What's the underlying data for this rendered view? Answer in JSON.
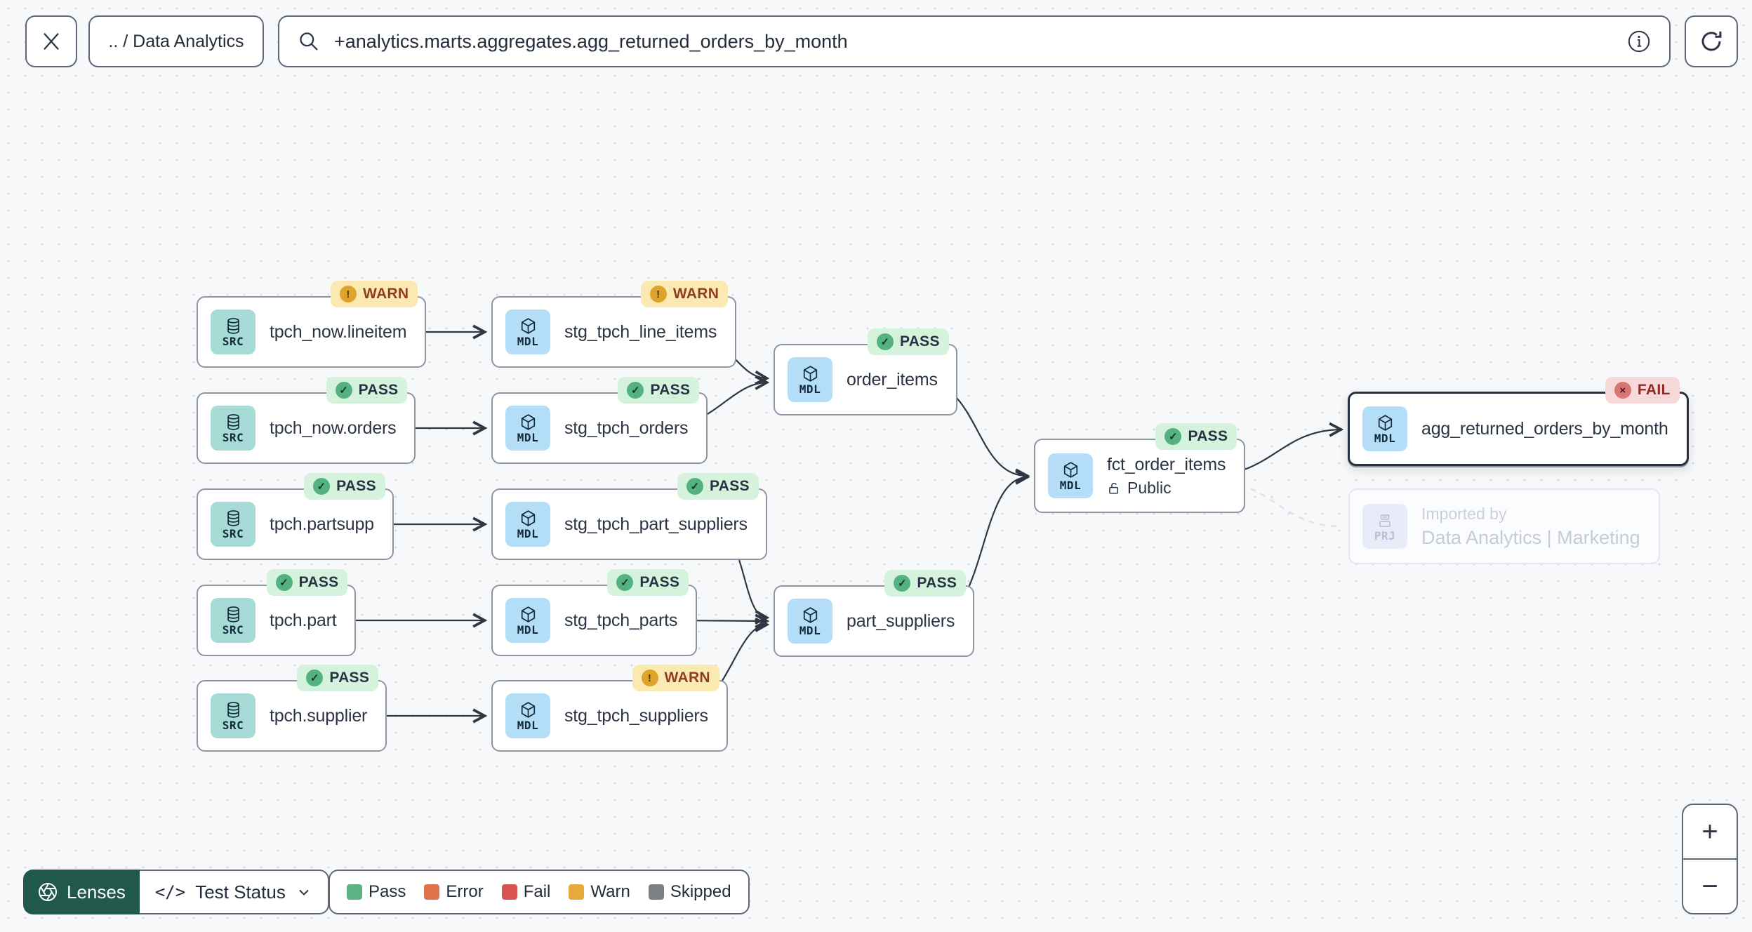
{
  "header": {
    "breadcrumb": ".. / Data Analytics",
    "search_value": "+analytics.marts.aggregates.agg_returned_orders_by_month"
  },
  "glyphs": {
    "check": "✓",
    "bang": "!",
    "cross": "×",
    "code": "</>",
    "plus": "+",
    "minus": "−"
  },
  "nodes": [
    {
      "label": "tpch_now.lineitem",
      "type": "SRC",
      "status": "WARN"
    },
    {
      "label": "stg_tpch_line_items",
      "type": "MDL",
      "status": "WARN"
    },
    {
      "label": "tpch_now.orders",
      "type": "SRC",
      "status": "PASS"
    },
    {
      "label": "stg_tpch_orders",
      "type": "MDL",
      "status": "PASS"
    },
    {
      "label": "tpch.partsupp",
      "type": "SRC",
      "status": "PASS"
    },
    {
      "label": "stg_tpch_part_suppliers",
      "type": "MDL",
      "status": "PASS"
    },
    {
      "label": "tpch.part",
      "type": "SRC",
      "status": "PASS"
    },
    {
      "label": "stg_tpch_parts",
      "type": "MDL",
      "status": "PASS"
    },
    {
      "label": "tpch.supplier",
      "type": "SRC",
      "status": "PASS"
    },
    {
      "label": "stg_tpch_suppliers",
      "type": "MDL",
      "status": "WARN"
    },
    {
      "label": "order_items",
      "type": "MDL",
      "status": "PASS"
    },
    {
      "label": "part_suppliers",
      "type": "MDL",
      "status": "PASS"
    },
    {
      "label": "fct_order_items",
      "type": "MDL",
      "status": "PASS",
      "sublabel": "Public"
    },
    {
      "label": "agg_returned_orders_by_month",
      "type": "MDL",
      "status": "FAIL",
      "selected": true
    },
    {
      "label": "Imported by",
      "type": "PRJ",
      "sublabel": "Data Analytics | Marketing"
    }
  ],
  "lenses": {
    "label": "Lenses",
    "selector": "Test Status"
  },
  "legend": {
    "items": [
      {
        "label": "Pass",
        "color": "#5cb485"
      },
      {
        "label": "Error",
        "color": "#e0724a"
      },
      {
        "label": "Fail",
        "color": "#d95350"
      },
      {
        "label": "Warn",
        "color": "#e6a93b"
      },
      {
        "label": "Skipped",
        "color": "#7c7f83"
      }
    ]
  },
  "colors": {
    "background": "#f7f8fa",
    "node_border": "#8d95a3",
    "selected_border": "#27303e",
    "edge": "#2f3744",
    "src_tile": "#a6dbd6",
    "mdl_tile": "#b4def8",
    "prj_tile": "#e9ecf8",
    "pass_badge_bg": "#d5f3dc",
    "warn_badge_bg": "#faeab2",
    "fail_badge_bg": "#f8d9d9",
    "lenses_green": "#20594b"
  }
}
